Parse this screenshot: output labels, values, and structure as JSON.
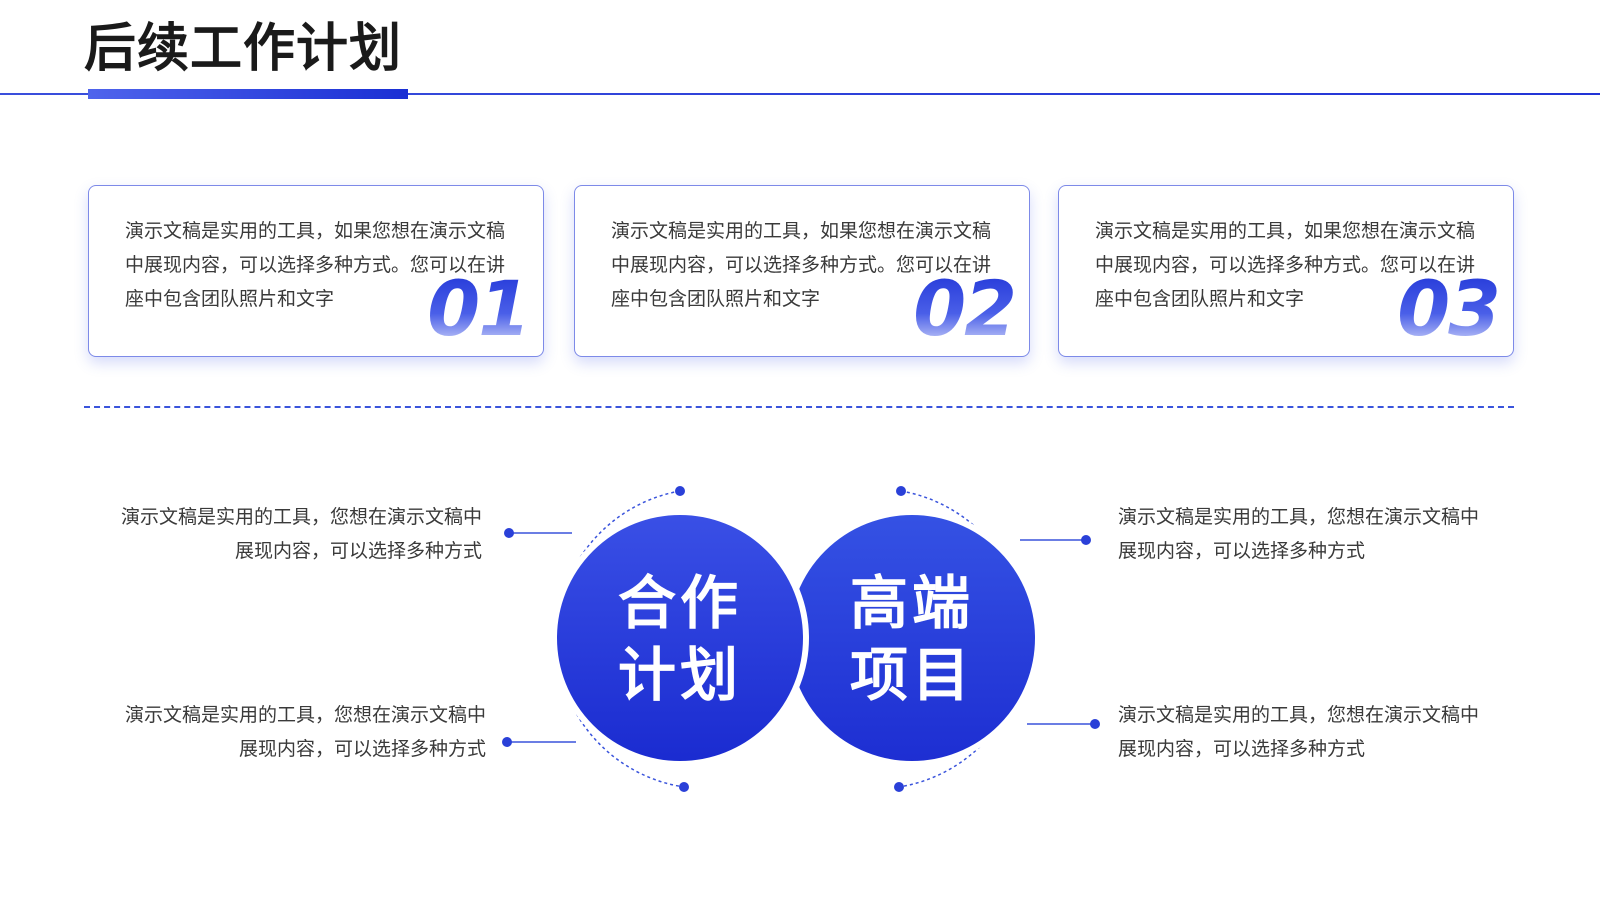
{
  "header": {
    "title": "后续工作计划"
  },
  "cards": [
    {
      "text": "演示文稿是实用的工具，如果您想在演示文稿中展现内容，可以选择多种方式。您可以在讲座中包含团队照片和文字",
      "number": "01"
    },
    {
      "text": "演示文稿是实用的工具，如果您想在演示文稿中展现内容，可以选择多种方式。您可以在讲座中包含团队照片和文字",
      "number": "02"
    },
    {
      "text": "演示文稿是实用的工具，如果您想在演示文稿中展现内容，可以选择多种方式。您可以在讲座中包含团队照片和文字",
      "number": "03"
    }
  ],
  "diagram": {
    "left_circle": {
      "line1": "合作",
      "line2": "计划"
    },
    "right_circle": {
      "line1": "高端",
      "line2": "项目"
    },
    "notes": {
      "top_left": {
        "line1": "演示文稿是实用的工具，您想在演示文稿中",
        "line2": "展现内容，可以选择多种方式"
      },
      "bottom_left": {
        "line1": "演示文稿是实用的工具，您想在演示文稿中",
        "line2": "展现内容，可以选择多种方式"
      },
      "top_right": {
        "line1": "演示文稿是实用的工具，您想在演示文稿中",
        "line2": "展现内容，可以选择多种方式"
      },
      "bottom_right": {
        "line1": "演示文稿是实用的工具，您想在演示文稿中",
        "line2": "展现内容，可以选择多种方式"
      }
    }
  },
  "colors": {
    "accent": "#2236d8",
    "accent_light": "#4a60ea",
    "text": "#3a3a3a"
  }
}
